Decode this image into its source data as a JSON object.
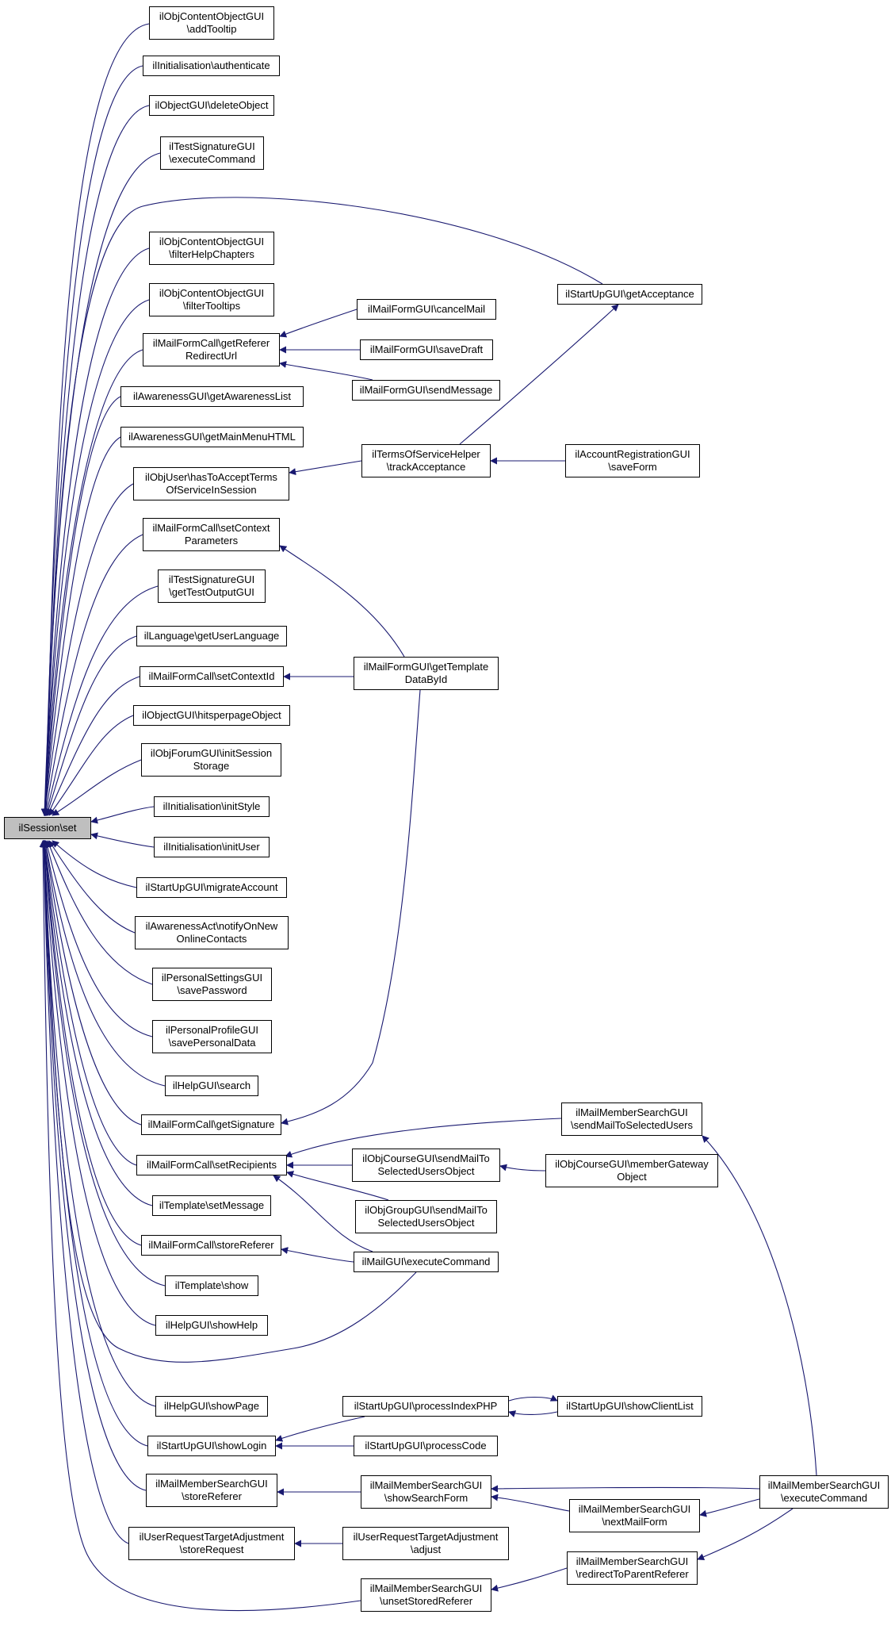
{
  "graph": {
    "edge_color": "#191970",
    "nodes": [
      {
        "id": "root",
        "lines": [
          "ilSession\\set"
        ],
        "highlight": true
      },
      {
        "id": "n1",
        "lines": [
          "ilObjContentObjectGUI",
          "\\addTooltip"
        ]
      },
      {
        "id": "n2",
        "lines": [
          "ilInitialisation\\authenticate"
        ]
      },
      {
        "id": "n3",
        "lines": [
          "ilObjectGUI\\deleteObject"
        ]
      },
      {
        "id": "n4",
        "lines": [
          "ilTestSignatureGUI",
          "\\executeCommand"
        ]
      },
      {
        "id": "n5",
        "lines": [
          "ilObjContentObjectGUI",
          "\\filterHelpChapters"
        ]
      },
      {
        "id": "n6",
        "lines": [
          "ilObjContentObjectGUI",
          "\\filterTooltips"
        ]
      },
      {
        "id": "n7",
        "lines": [
          "ilMailFormCall\\getReferer",
          "RedirectUrl"
        ]
      },
      {
        "id": "n8",
        "lines": [
          "ilAwarenessGUI\\getAwarenessList"
        ]
      },
      {
        "id": "n9",
        "lines": [
          "ilAwarenessGUI\\getMainMenuHTML"
        ]
      },
      {
        "id": "n10",
        "lines": [
          "ilObjUser\\hasToAcceptTerms",
          "OfServiceInSession"
        ]
      },
      {
        "id": "n11",
        "lines": [
          "ilMailFormCall\\setContext",
          "Parameters"
        ]
      },
      {
        "id": "n12",
        "lines": [
          "ilTestSignatureGUI",
          "\\getTestOutputGUI"
        ]
      },
      {
        "id": "n13",
        "lines": [
          "ilLanguage\\getUserLanguage"
        ]
      },
      {
        "id": "n14",
        "lines": [
          "ilMailFormCall\\setContextId"
        ]
      },
      {
        "id": "n15",
        "lines": [
          "ilObjectGUI\\hitsperpageObject"
        ]
      },
      {
        "id": "n16",
        "lines": [
          "ilObjForumGUI\\initSession",
          "Storage"
        ]
      },
      {
        "id": "n17",
        "lines": [
          "ilInitialisation\\initStyle"
        ]
      },
      {
        "id": "n18",
        "lines": [
          "ilInitialisation\\initUser"
        ]
      },
      {
        "id": "n19",
        "lines": [
          "ilStartUpGUI\\migrateAccount"
        ]
      },
      {
        "id": "n20",
        "lines": [
          "ilAwarenessAct\\notifyOnNew",
          "OnlineContacts"
        ]
      },
      {
        "id": "n21",
        "lines": [
          "ilPersonalSettingsGUI",
          "\\savePassword"
        ]
      },
      {
        "id": "n22",
        "lines": [
          "ilPersonalProfileGUI",
          "\\savePersonalData"
        ]
      },
      {
        "id": "n23",
        "lines": [
          "ilHelpGUI\\search"
        ]
      },
      {
        "id": "n24",
        "lines": [
          "ilMailFormCall\\getSignature"
        ]
      },
      {
        "id": "n25",
        "lines": [
          "ilMailFormCall\\setRecipients"
        ]
      },
      {
        "id": "n26",
        "lines": [
          "ilTemplate\\setMessage"
        ]
      },
      {
        "id": "n27",
        "lines": [
          "ilMailFormCall\\storeReferer"
        ]
      },
      {
        "id": "n28",
        "lines": [
          "ilTemplate\\show"
        ]
      },
      {
        "id": "n29",
        "lines": [
          "ilHelpGUI\\showHelp"
        ]
      },
      {
        "id": "n30",
        "lines": [
          "ilHelpGUI\\showPage"
        ]
      },
      {
        "id": "n31",
        "lines": [
          "ilStartUpGUI\\showLogin"
        ]
      },
      {
        "id": "n32",
        "lines": [
          "ilMailMemberSearchGUI",
          "\\storeReferer"
        ]
      },
      {
        "id": "n33",
        "lines": [
          "ilUserRequestTargetAdjustment",
          "\\storeRequest"
        ]
      },
      {
        "id": "n34",
        "lines": [
          "ilMailMemberSearchGUI",
          "\\unsetStoredReferer"
        ]
      },
      {
        "id": "c1",
        "lines": [
          "ilMailFormGUI\\cancelMail"
        ]
      },
      {
        "id": "c2",
        "lines": [
          "ilMailFormGUI\\saveDraft"
        ]
      },
      {
        "id": "c3",
        "lines": [
          "ilMailFormGUI\\sendMessage"
        ]
      },
      {
        "id": "c4",
        "lines": [
          "ilTermsOfServiceHelper",
          "\\trackAcceptance"
        ]
      },
      {
        "id": "c5",
        "lines": [
          "ilMailFormGUI\\getTemplate",
          "DataById"
        ]
      },
      {
        "id": "c6",
        "lines": [
          "ilObjCourseGUI\\sendMailTo",
          "SelectedUsersObject"
        ]
      },
      {
        "id": "c7",
        "lines": [
          "ilObjGroupGUI\\sendMailTo",
          "SelectedUsersObject"
        ]
      },
      {
        "id": "c8",
        "lines": [
          "ilMailGUI\\executeCommand"
        ]
      },
      {
        "id": "c9",
        "lines": [
          "ilStartUpGUI\\processIndexPHP"
        ]
      },
      {
        "id": "c10",
        "lines": [
          "ilStartUpGUI\\processCode"
        ]
      },
      {
        "id": "c11",
        "lines": [
          "ilMailMemberSearchGUI",
          "\\showSearchForm"
        ]
      },
      {
        "id": "c12",
        "lines": [
          "ilUserRequestTargetAdjustment",
          "\\adjust"
        ]
      },
      {
        "id": "d1",
        "lines": [
          "ilStartUpGUI\\getAcceptance"
        ]
      },
      {
        "id": "d2",
        "lines": [
          "ilAccountRegistrationGUI",
          "\\saveForm"
        ]
      },
      {
        "id": "d3",
        "lines": [
          "ilMailMemberSearchGUI",
          "\\sendMailToSelectedUsers"
        ]
      },
      {
        "id": "d4",
        "lines": [
          "ilObjCourseGUI\\memberGateway",
          "Object"
        ]
      },
      {
        "id": "d5",
        "lines": [
          "ilStartUpGUI\\showClientList"
        ]
      },
      {
        "id": "d6",
        "lines": [
          "ilMailMemberSearchGUI",
          "\\nextMailForm"
        ]
      },
      {
        "id": "d7",
        "lines": [
          "ilMailMemberSearchGUI",
          "\\redirectToParentReferer"
        ]
      },
      {
        "id": "e1",
        "lines": [
          "ilMailMemberSearchGUI",
          "\\executeCommand"
        ]
      }
    ],
    "edges": [
      {
        "from": "n1",
        "to": "root"
      },
      {
        "from": "n2",
        "to": "root"
      },
      {
        "from": "n3",
        "to": "root"
      },
      {
        "from": "n4",
        "to": "root"
      },
      {
        "from": "n5",
        "to": "root"
      },
      {
        "from": "n6",
        "to": "root"
      },
      {
        "from": "n7",
        "to": "root"
      },
      {
        "from": "n8",
        "to": "root"
      },
      {
        "from": "n9",
        "to": "root"
      },
      {
        "from": "n10",
        "to": "root"
      },
      {
        "from": "n11",
        "to": "root"
      },
      {
        "from": "n12",
        "to": "root"
      },
      {
        "from": "n13",
        "to": "root"
      },
      {
        "from": "n14",
        "to": "root"
      },
      {
        "from": "n15",
        "to": "root"
      },
      {
        "from": "n16",
        "to": "root"
      },
      {
        "from": "n17",
        "to": "root"
      },
      {
        "from": "n18",
        "to": "root"
      },
      {
        "from": "n19",
        "to": "root"
      },
      {
        "from": "n20",
        "to": "root"
      },
      {
        "from": "n21",
        "to": "root"
      },
      {
        "from": "n22",
        "to": "root"
      },
      {
        "from": "n23",
        "to": "root"
      },
      {
        "from": "n24",
        "to": "root"
      },
      {
        "from": "n25",
        "to": "root"
      },
      {
        "from": "n26",
        "to": "root"
      },
      {
        "from": "n27",
        "to": "root"
      },
      {
        "from": "n28",
        "to": "root"
      },
      {
        "from": "n29",
        "to": "root"
      },
      {
        "from": "n30",
        "to": "root"
      },
      {
        "from": "n31",
        "to": "root"
      },
      {
        "from": "n32",
        "to": "root"
      },
      {
        "from": "n33",
        "to": "root"
      },
      {
        "from": "n34",
        "to": "root"
      },
      {
        "from": "d1",
        "to": "root"
      },
      {
        "from": "c8",
        "to": "root"
      },
      {
        "from": "c1",
        "to": "n7"
      },
      {
        "from": "c2",
        "to": "n7"
      },
      {
        "from": "c3",
        "to": "n7"
      },
      {
        "from": "c4",
        "to": "n10"
      },
      {
        "from": "c5",
        "to": "n11"
      },
      {
        "from": "c5",
        "to": "n14"
      },
      {
        "from": "c5",
        "to": "n24"
      },
      {
        "from": "d3",
        "to": "n25"
      },
      {
        "from": "c6",
        "to": "n25"
      },
      {
        "from": "c7",
        "to": "n25"
      },
      {
        "from": "c8",
        "to": "n25"
      },
      {
        "from": "c8",
        "to": "n27"
      },
      {
        "from": "c9",
        "to": "n31"
      },
      {
        "from": "c10",
        "to": "n31"
      },
      {
        "from": "c11",
        "to": "n32"
      },
      {
        "from": "c12",
        "to": "n33"
      },
      {
        "from": "d7",
        "to": "n34"
      },
      {
        "from": "c4",
        "to": "d1"
      },
      {
        "from": "d2",
        "to": "c4"
      },
      {
        "from": "d4",
        "to": "c6"
      },
      {
        "from": "d5",
        "to": "c9"
      },
      {
        "from": "c9",
        "to": "d5"
      },
      {
        "from": "d6",
        "to": "c11"
      },
      {
        "from": "e1",
        "to": "c11"
      },
      {
        "from": "e1",
        "to": "d3"
      },
      {
        "from": "e1",
        "to": "d6"
      },
      {
        "from": "e1",
        "to": "d7"
      }
    ]
  }
}
